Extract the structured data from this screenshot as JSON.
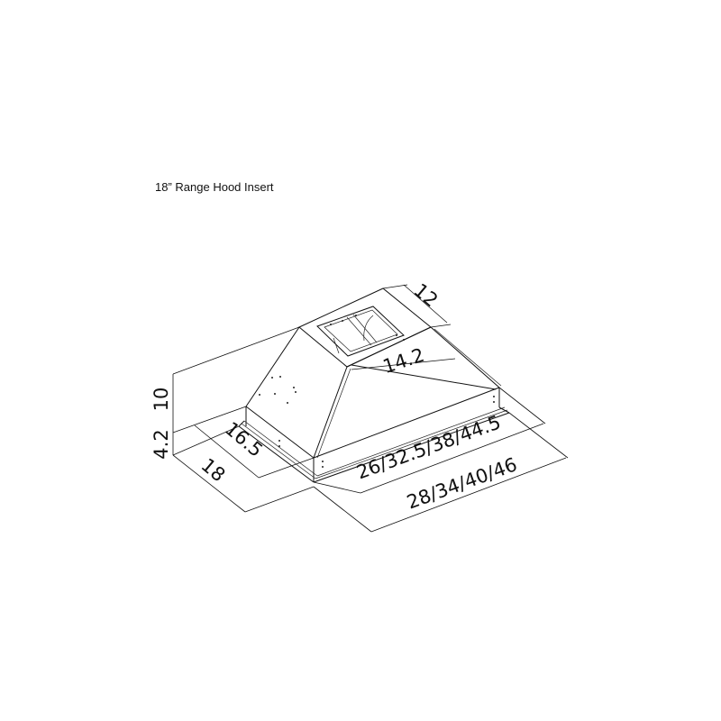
{
  "title": "18” Range Hood Insert",
  "diagram": {
    "type": "isometric dimension drawing",
    "subject": "range hood insert",
    "dimensions": {
      "duct_depth": "12",
      "top_width": "14.2",
      "total_height": "10",
      "lower_height": "4.2",
      "inner_depth": "16.5",
      "outer_depth": "18",
      "inner_width": "26/32.5/38/44.5",
      "outer_width": "28/34/40/46"
    }
  }
}
